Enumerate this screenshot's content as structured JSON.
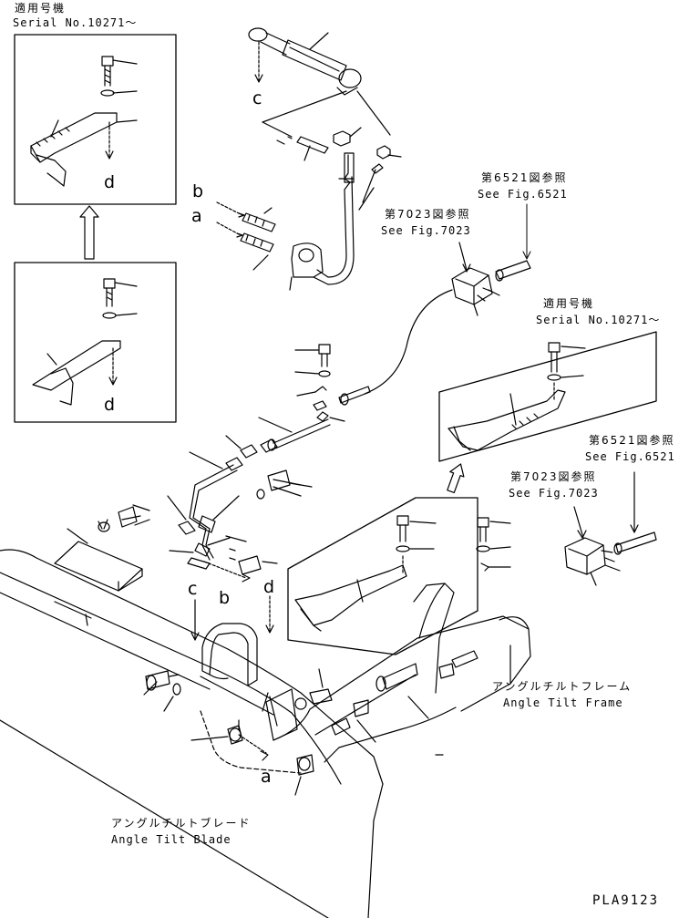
{
  "applicable_serial_top": {
    "title": "適用号機",
    "serial": "Serial No.10271～"
  },
  "applicable_serial_right": {
    "title": "適用号機",
    "serial": "Serial No.10271～"
  },
  "fig_refs": [
    {
      "jp": "第6521図参照",
      "en": "See Fig.6521"
    },
    {
      "jp": "第7023図参照",
      "en": "See Fig.7023"
    },
    {
      "jp": "第6521図参照",
      "en": "See Fig.6521"
    },
    {
      "jp": "第7023図参照",
      "en": "See Fig.7023"
    }
  ],
  "callout_letters": {
    "c_top": "c",
    "d_top_inset": "d",
    "d_lower_inset": "d",
    "b_upper": "b",
    "a_upper": "a",
    "c_lower": "c",
    "b_lower": "b",
    "d_lower": "d",
    "a_lower": "a"
  },
  "frame_label": {
    "jp": "アングルチルトフレーム",
    "en": "Angle Tilt Frame"
  },
  "blade_label": {
    "jp": "アングルチルトブレード",
    "en": "Angle Tilt Blade"
  },
  "drawing_number": "PLA9123"
}
